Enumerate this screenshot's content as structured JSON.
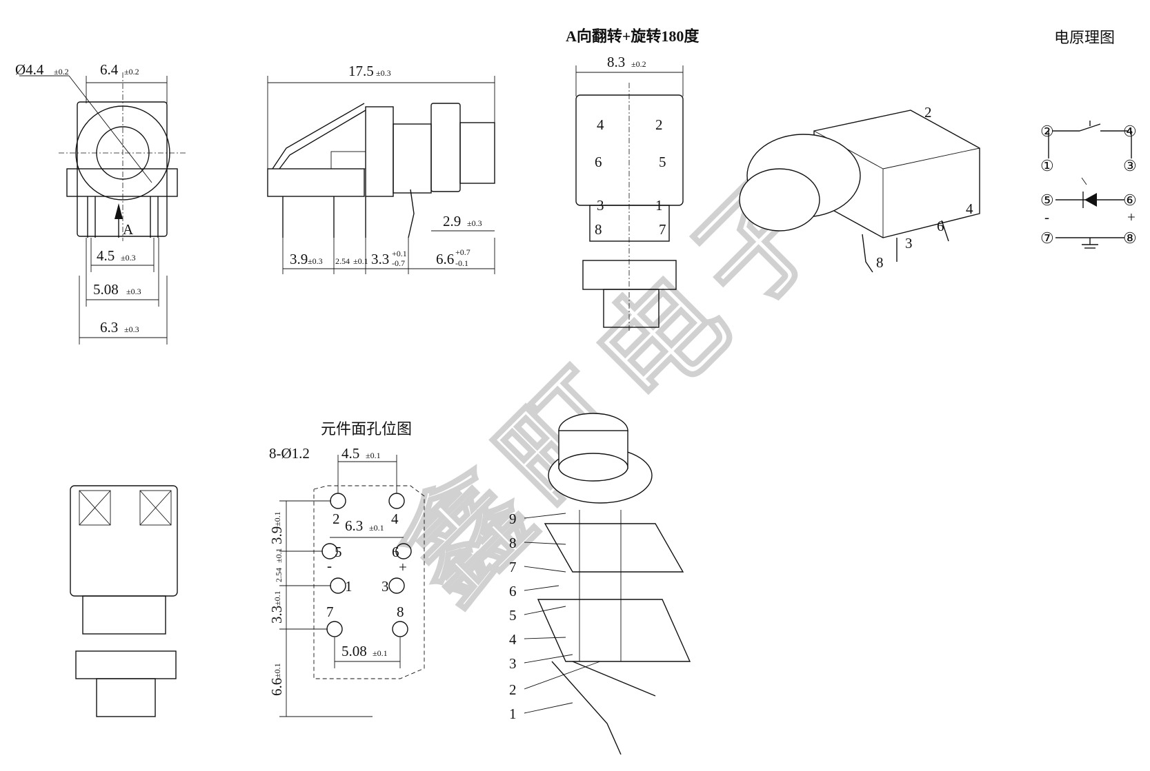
{
  "titles": {
    "flipped_view": "A向翻转+旋转180度",
    "schematic": "电原理图",
    "hole_layout": "元件面孔位图"
  },
  "front_view": {
    "dia": "Ø4.4",
    "dia_tol": "±0.2",
    "width_top": "6.4",
    "width_top_tol": "±0.2",
    "view_arrow": "A",
    "pin_pitch": "4.5",
    "pin_pitch_tol": "±0.3",
    "pin_span": "5.08",
    "pin_span_tol": "±0.3",
    "body_width": "6.3",
    "body_width_tol": "±0.3"
  },
  "side_view": {
    "length": "17.5",
    "length_tol": "±0.3",
    "height": "2.9",
    "height_tol": "±0.3",
    "d1": "3.9",
    "d1_tol": "±0.3",
    "d2": "2.54",
    "d2_tol": "±0.1",
    "d3": "3.3",
    "d3_tol_upper": "+0.1",
    "d3_tol_lower": "-0.7",
    "d4": "6.6",
    "d4_tol_upper": "+0.7",
    "d4_tol_lower": "-0.1"
  },
  "flipped_view": {
    "width": "8.3",
    "width_tol": "±0.2",
    "pins": [
      "4",
      "2",
      "6",
      "5",
      "3",
      "1",
      "8",
      "7"
    ]
  },
  "iso_labels": [
    "2",
    "4",
    "6",
    "3",
    "8"
  ],
  "schematic": {
    "nodes": [
      "②",
      "④",
      "①",
      "③",
      "⑤",
      "⑥",
      "⑦",
      "⑧"
    ],
    "minus": "-",
    "plus": "+"
  },
  "hole_layout": {
    "holes_label": "8-Ø1.2",
    "pitch_x": "4.5",
    "pitch_x_tol": "±0.1",
    "row_span": "6.3",
    "row_span_tol": "±0.1",
    "bottom_span": "5.08",
    "bottom_span_tol": "±0.1",
    "v1": "3.9",
    "v1_tol": "±0.1",
    "v2": "2.54",
    "v2_tol": "±0.1",
    "v3": "3.3",
    "v3_tol": "±0.1",
    "v4": "6.6",
    "v4_tol": "±0.1",
    "hole_numbers": [
      "2",
      "4",
      "5",
      "6",
      "1",
      "3",
      "7",
      "8"
    ],
    "minus": "-",
    "plus": "+"
  },
  "exploded_parts": [
    "9",
    "8",
    "7",
    "6",
    "5",
    "4",
    "3",
    "2",
    "1"
  ],
  "watermark": [
    "鑫",
    "町",
    "电",
    "子"
  ]
}
